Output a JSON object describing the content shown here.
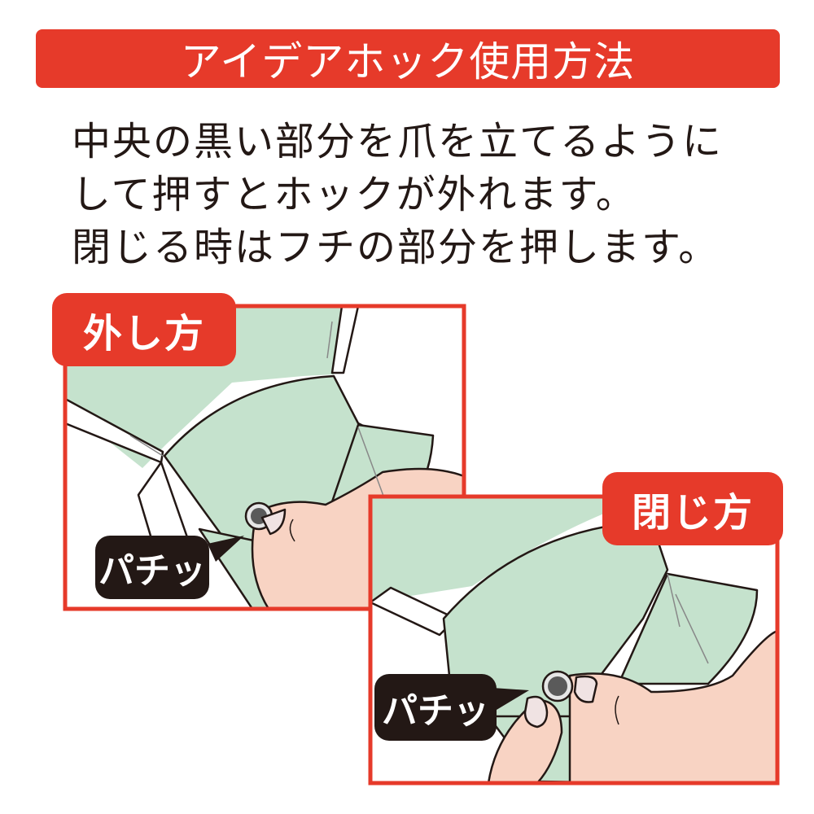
{
  "title": "アイデアホック使用方法",
  "instructions": {
    "lines": [
      "中央の黒い部分を爪を立てるように",
      "して押すとホックが外れます。",
      "閉じる時はフチの部分を押します。"
    ]
  },
  "panels": [
    {
      "label": "外し方",
      "sound": "パチッ"
    },
    {
      "label": "閉じ方",
      "sound": "パチッ"
    }
  ],
  "colors": {
    "accent_red": "#e63a2a",
    "fabric_green": "#c5e2cd",
    "skin": "#f8d3c3",
    "bubble_black": "#231815",
    "snap_gray": "#5a5a5a"
  }
}
